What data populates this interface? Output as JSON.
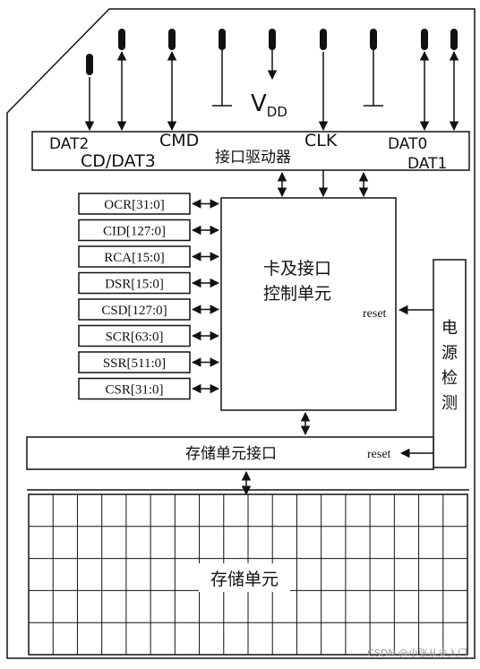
{
  "pins": {
    "vdd_main": "V",
    "vdd_sub": "DD",
    "dat2": "DAT2",
    "cd_dat3": "CD/DAT3",
    "cmd": "CMD",
    "clk": "CLK",
    "dat0": "DAT0",
    "dat1": "DAT1"
  },
  "blocks": {
    "interface_driver": "接口驱动器",
    "controller_line1": "卡及接口",
    "controller_line2": "控制单元",
    "power_detect": [
      "电",
      "源",
      "检",
      "测"
    ],
    "storage_interface": "存储单元接口",
    "storage_unit": "存储单元",
    "reset_controller": "reset",
    "reset_storage": "reset"
  },
  "registers": [
    "OCR[31:0]",
    "CID[127:0]",
    "RCA[15:0]",
    "DSR[15:0]",
    "CSD[127:0]",
    "SCR[63:0]",
    "SSR[511:0]",
    "CSR[31:0]"
  ],
  "watermark": "CSDN @小张从未入门"
}
